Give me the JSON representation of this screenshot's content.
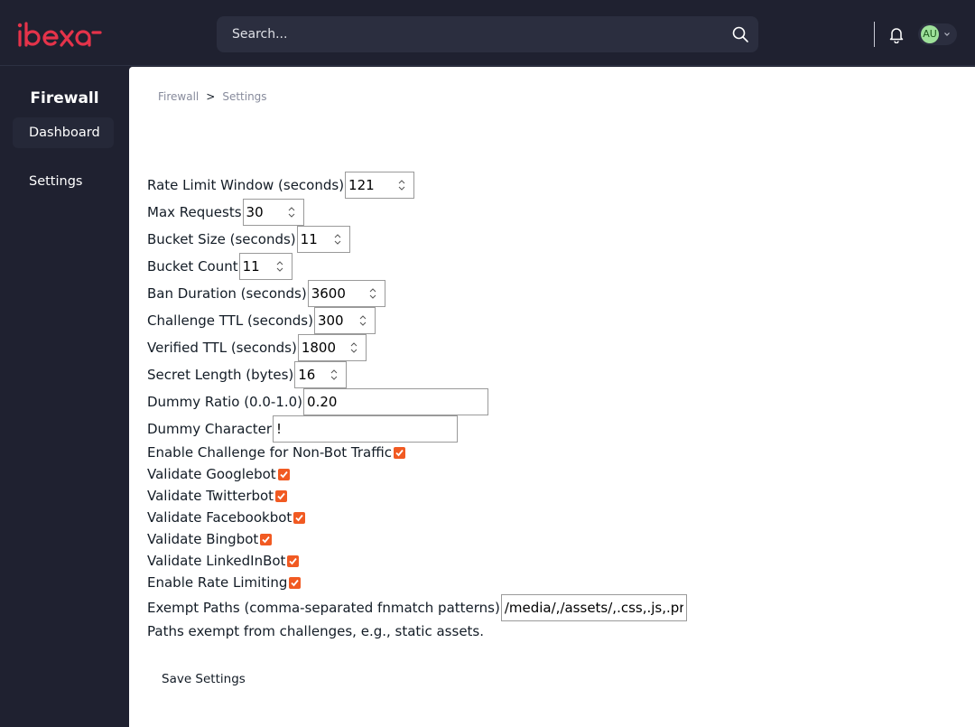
{
  "header": {
    "logo_text": "ibexa",
    "search_placeholder": "Search...",
    "avatar_initials": "AU",
    "brand_color": "#e5334a"
  },
  "sidebar": {
    "title": "Firewall",
    "items": [
      {
        "label": "Dashboard",
        "active": true
      },
      {
        "label": "Settings",
        "active": false
      }
    ]
  },
  "breadcrumb": {
    "items": [
      "Firewall",
      "Settings"
    ],
    "separator": ">"
  },
  "form": {
    "rate_limit_window": {
      "label": "Rate Limit Window (seconds)",
      "value": "121"
    },
    "max_requests": {
      "label": "Max Requests",
      "value": "30"
    },
    "bucket_size": {
      "label": "Bucket Size (seconds)",
      "value": "11"
    },
    "bucket_count": {
      "label": "Bucket Count",
      "value": "11"
    },
    "ban_duration": {
      "label": "Ban Duration (seconds)",
      "value": "3600"
    },
    "challenge_ttl": {
      "label": "Challenge TTL (seconds)",
      "value": "300"
    },
    "verified_ttl": {
      "label": "Verified TTL (seconds)",
      "value": "1800"
    },
    "secret_length": {
      "label": "Secret Length (bytes)",
      "value": "16"
    },
    "dummy_ratio": {
      "label": "Dummy Ratio (0.0-1.0)",
      "value": "0.20"
    },
    "dummy_character": {
      "label": "Dummy Character",
      "value": "!"
    },
    "enable_challenge": {
      "label": "Enable Challenge for Non-Bot Traffic",
      "checked": true
    },
    "validate_googlebot": {
      "label": "Validate Googlebot",
      "checked": true
    },
    "validate_twitterbot": {
      "label": "Validate Twitterbot",
      "checked": true
    },
    "validate_facebookbot": {
      "label": "Validate Facebookbot",
      "checked": true
    },
    "validate_bingbot": {
      "label": "Validate Bingbot",
      "checked": true
    },
    "validate_linkedinbot": {
      "label": "Validate LinkedInBot",
      "checked": true
    },
    "enable_rate_limiting": {
      "label": "Enable Rate Limiting",
      "checked": true
    },
    "exempt_paths": {
      "label": "Exempt Paths (comma-separated fnmatch patterns)",
      "value": "/media/,/assets/,.css,.js,.pr"
    },
    "exempt_paths_help": "Paths exempt from challenges, e.g., static assets.",
    "save_label": "Save Settings",
    "checkbox_color": "#f15a22"
  }
}
